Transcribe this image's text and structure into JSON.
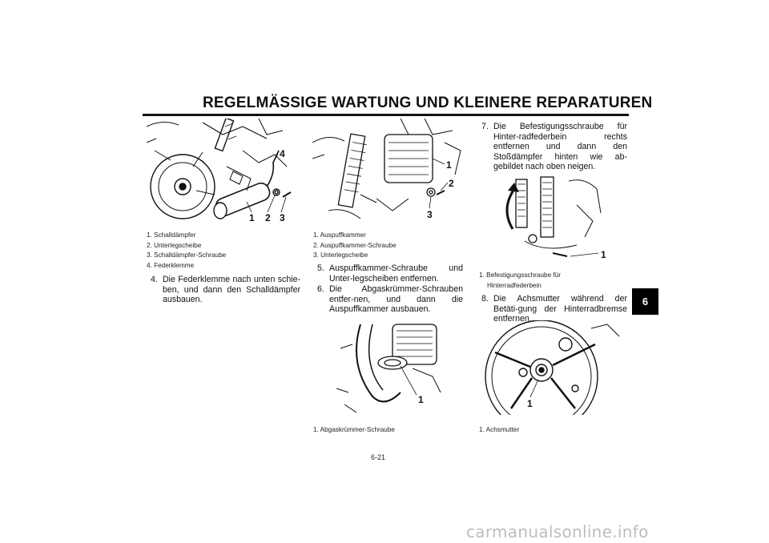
{
  "header": {
    "title": "REGELMÄSSIGE WARTUNG UND KLEINERE REPARATUREN"
  },
  "col1": {
    "figure": {
      "callouts": [
        "1",
        "2",
        "3",
        "4"
      ]
    },
    "caption": [
      "1. Schalldämpfer",
      "2. Unterlegscheibe",
      "3. Schalldämpfer-Schraube",
      "4. Federklemme"
    ],
    "steps": [
      {
        "num": "4.",
        "text": "Die Federklemme nach unten schie-ben, und dann den Schalldämpfer ausbauen."
      }
    ]
  },
  "col2": {
    "figure_top": {
      "callouts": [
        "1",
        "2",
        "3"
      ]
    },
    "caption_top": [
      "1. Auspuffkammer",
      "2. Auspuffkammer-Schraube",
      "3. Unterlegscheibe"
    ],
    "steps": [
      {
        "num": "5.",
        "text": "Auspuffkammer-Schraube und Unter-legscheiben entfernen."
      },
      {
        "num": "6.",
        "text": "Die Abgaskrümmer-Schrauben entfer-nen, und dann die Auspuffkammer ausbauen."
      }
    ],
    "figure_bottom": {
      "callouts": [
        "1"
      ]
    },
    "caption_bottom": [
      "1. Abgaskrümmer-Schraube"
    ]
  },
  "col3": {
    "step7": {
      "num": "7.",
      "text": "Die Befestigungsschraube für Hinter-radfederbein rechts entfernen und dann den Stoßdämpfer hinten wie ab-gebildet nach oben neigen."
    },
    "figure_top": {
      "callouts": [
        "1"
      ]
    },
    "caption_top": [
      "1. Befestigungsschraube für",
      "Hinterradfederbein"
    ],
    "step8": {
      "num": "8.",
      "text": "Die Achsmutter während der Betäti-gung der Hinterradbremse entfernen."
    },
    "figure_bottom": {
      "callouts": [
        "1"
      ]
    },
    "caption_bottom": [
      "1. Achsmutter"
    ]
  },
  "footer": {
    "page_number": "6-21",
    "chapter_tab": "6",
    "watermark": "carmanualsonline.info"
  }
}
